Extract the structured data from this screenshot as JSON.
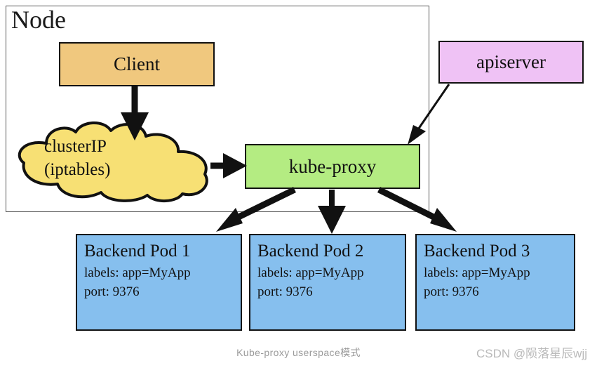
{
  "diagram": {
    "type": "kubernetes-architecture-flow",
    "node_container": {
      "label": "Node"
    },
    "nodes": {
      "client": {
        "label": "Client",
        "fill": "#F0C87E",
        "shape": "rectangle"
      },
      "apiserver": {
        "label": "apiserver",
        "fill": "#EFC2F5",
        "shape": "rectangle"
      },
      "cluster_ip": {
        "label_line1": "clusterIP",
        "label_line2": "(iptables)",
        "fill": "#F7E074",
        "shape": "cloud"
      },
      "kube_proxy": {
        "label": "kube-proxy",
        "fill": "#B4EC82",
        "shape": "rectangle"
      }
    },
    "pods": [
      {
        "title": "Backend Pod 1",
        "labels_line": "labels: app=MyApp",
        "port_line": "port: 9376",
        "fill": "#86BFEE"
      },
      {
        "title": "Backend Pod 2",
        "labels_line": "labels: app=MyApp",
        "port_line": "port: 9376",
        "fill": "#86BFEE"
      },
      {
        "title": "Backend Pod 3",
        "labels_line": "labels: app=MyApp",
        "port_line": "port: 9376",
        "fill": "#86BFEE"
      }
    ],
    "edges": [
      {
        "from": "client",
        "to": "cluster_ip",
        "style": "thick-arrow"
      },
      {
        "from": "cluster_ip",
        "to": "kube_proxy",
        "style": "thick-arrow"
      },
      {
        "from": "apiserver",
        "to": "kube_proxy",
        "style": "thin-arrow"
      },
      {
        "from": "kube_proxy",
        "to": "pod_1",
        "style": "thick-arrow"
      },
      {
        "from": "kube_proxy",
        "to": "pod_2",
        "style": "thick-arrow"
      },
      {
        "from": "kube_proxy",
        "to": "pod_3",
        "style": "thick-arrow"
      }
    ]
  },
  "caption": {
    "text": "Kube-proxy userspace模式"
  },
  "watermark": {
    "text": "CSDN @陨落星辰wjj"
  }
}
